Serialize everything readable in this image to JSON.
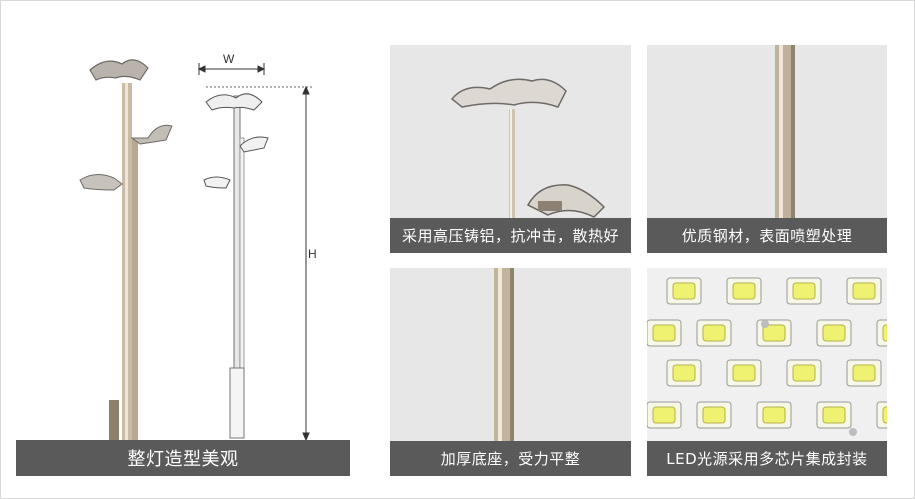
{
  "main_panel": {
    "caption": "整灯造型美观",
    "dim_width": "W",
    "dim_height": "H"
  },
  "detail_panels": [
    {
      "caption": "采用高压铸铝，抗冲击，散热好"
    },
    {
      "caption": "优质钢材，表面喷塑处理"
    },
    {
      "caption": "加厚底座，受力平整"
    },
    {
      "caption": "LED光源采用多芯片集成封装"
    }
  ]
}
